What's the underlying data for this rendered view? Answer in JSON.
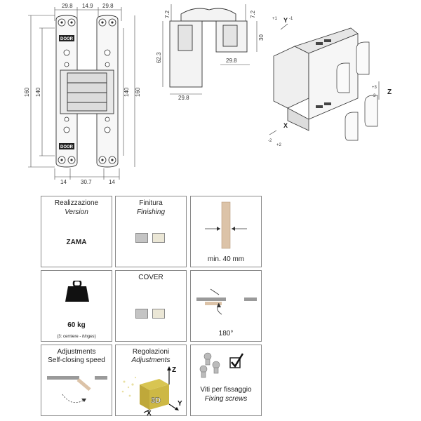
{
  "drawing": {
    "front": {
      "top_dims": [
        "29.8",
        "14.9",
        "29.8"
      ],
      "side_dims_left": [
        "160",
        "140"
      ],
      "side_dims_right": [
        "140",
        "160"
      ],
      "bottom_dims": [
        "14",
        "30.7",
        "14"
      ],
      "logo_text": "DOOR"
    },
    "section": {
      "dims": [
        "7.2",
        "7.2",
        "30",
        "62.3",
        "29.8",
        "29.8"
      ]
    },
    "iso": {
      "y_axis": "Y",
      "y_plus": "+1",
      "y_minus": "-1",
      "z_axis": "Z",
      "z_plus": "+3",
      "z_minus": "-3",
      "x_axis": "X",
      "x_minus": "-2",
      "x_plus": "+2"
    }
  },
  "specs": {
    "version": {
      "title": "Realizzazione",
      "subtitle": "Version",
      "value": "ZAMA"
    },
    "finish": {
      "title": "Finitura",
      "subtitle": "Finishing",
      "colors": [
        "#c4c4c4",
        "#ebe7d6"
      ]
    },
    "thickness": {
      "label": "min. 40 mm",
      "color": "#dcc3a8"
    },
    "load": {
      "value": "60 kg",
      "note_pre": "(3: cerniere - ",
      "note_it": "hinges",
      "note_post": ")"
    },
    "cover": {
      "title": "COVER",
      "colors": [
        "#c4c4c4",
        "#ebe7d6"
      ]
    },
    "angle": {
      "label": "180°"
    },
    "adjust": {
      "title": "Adjustments",
      "subtitle": "Self-closing speed"
    },
    "reg": {
      "title": "Regolazioni",
      "subtitle": "Adjustments",
      "axes": [
        "Z",
        "X",
        "Y"
      ],
      "badge": "3D"
    },
    "screws": {
      "title": "Viti per fissaggio",
      "subtitle": "Fixing screws"
    }
  }
}
